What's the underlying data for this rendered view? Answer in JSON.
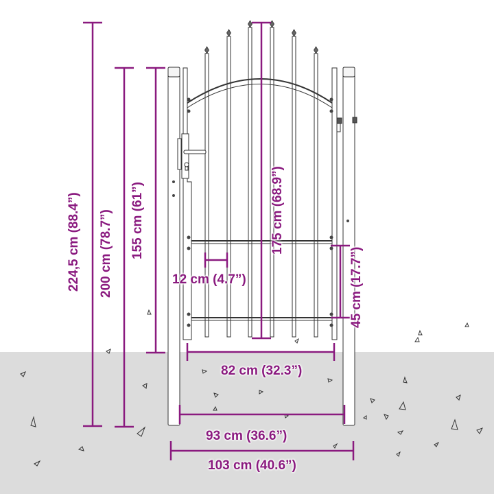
{
  "diagram": {
    "subject": "Garden gate with spear-top bars and posts",
    "colors": {
      "dimension_line": "#8a1a7f",
      "ground": "#dcdcdc",
      "background": "#ffffff",
      "drawing_stroke": "#333333"
    },
    "dimensions": {
      "total_height_with_posts": "224,5 cm (88.4”)",
      "post_height_above_ground": "200 cm (78.7”)",
      "gate_side_height": "155 cm (61”)",
      "gate_center_height": "175 cm (68.9”)",
      "bar_spacing": "12 cm (4.7”)",
      "lower_panel_height": "45 cm (17.7”)",
      "gate_width": "82 cm (32.3”)",
      "inner_post_width": "93 cm (36.6”)",
      "outer_post_width": "103 cm (40.6”)"
    }
  }
}
